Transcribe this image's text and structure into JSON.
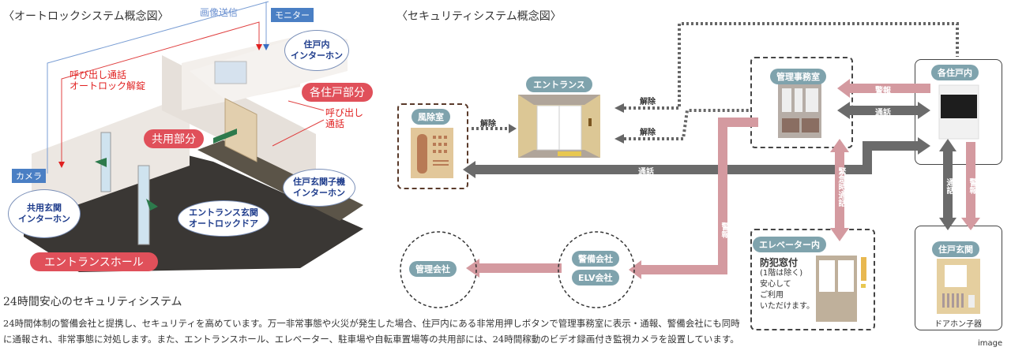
{
  "autolock": {
    "title": "〈オートロックシステム概念図〉",
    "image_send": "画像送信",
    "monitor": "モニター",
    "camera": "カメラ",
    "call_unlock": [
      "呼び出し通話",
      "オートロック解錠"
    ],
    "call": [
      "呼び出し通話"
    ],
    "unit_area": "各住戸部分",
    "common_area": "共用部分",
    "entrance_hall": "エントランスホール",
    "bubbles": {
      "unit_interphone": [
        "住戸内",
        "インターホン"
      ],
      "common_interphone": [
        "共用玄関",
        "インターホン"
      ],
      "autolock_door": [
        "エントランス玄関",
        "オートロックドア"
      ],
      "door_interphone": [
        "住戸玄関子機",
        "インターホン"
      ]
    }
  },
  "security": {
    "title": "〈セキュリティシステム概念図〉",
    "nodes": {
      "windbreak": "風除室",
      "entrance": "エントランス",
      "office": "管理事務室",
      "unit": "各住戸内",
      "elevator": "エレベーター内",
      "door": "住戸玄関",
      "mgmt_company": "管理会社",
      "security_company": "警備会社",
      "elv_company": "ELV会社"
    },
    "arrows": {
      "release": "解除",
      "talk": "通話",
      "alarm": "警報",
      "emergency_talk": "緊急時通話"
    },
    "elevator_note": {
      "heading": "防犯窓付",
      "lines": [
        "(1階は除く)",
        "安心して",
        "ご利用",
        "いただけます。"
      ]
    },
    "door_caption": "ドアホン子器"
  },
  "text": {
    "heading": "24時間安心のセキュリティシステム",
    "paragraph": "24時間体制の警備会社と提携し、セキュリティを高めています。万一非常事態や火災が発生した場合、住戸内にある非常用押しボタンで管理事務室に表示・通報、警備会社にも同時に通報され、非常事態に対処します。また、エントランスホール、エレベーター、駐車場や自転車置場等の共用部には、24時間稼動のビデオ録画付き監視カメラを設置しています。",
    "image_note": "image"
  },
  "colors": {
    "alarm": "#d49aa0",
    "talk": "#6b6b6b",
    "pill": "#7fa3ad",
    "red": "#e0505a"
  }
}
